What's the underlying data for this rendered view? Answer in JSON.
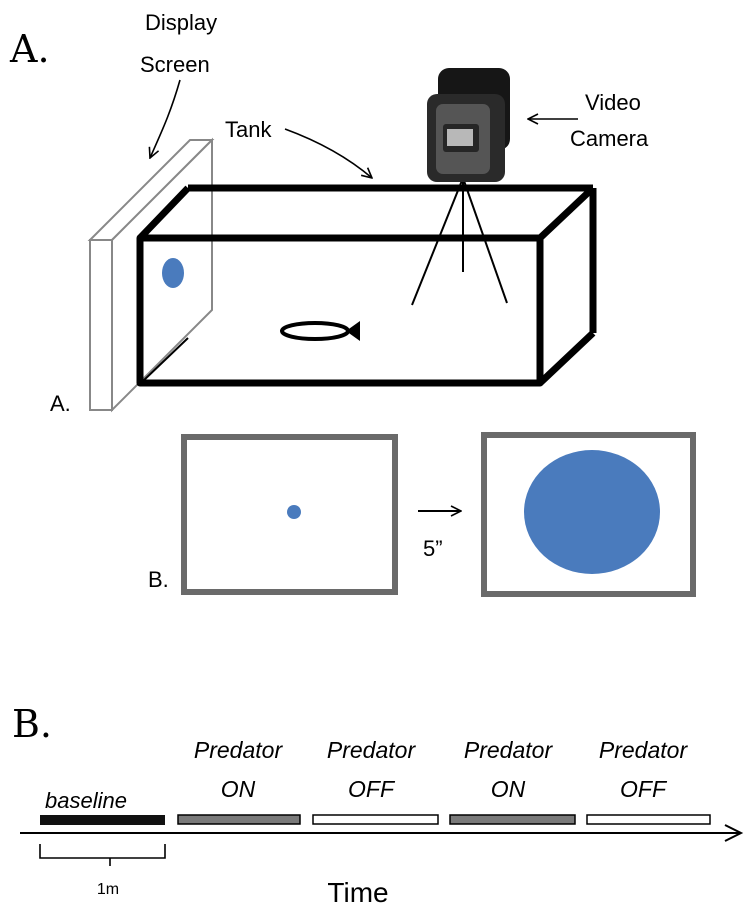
{
  "panel_a": {
    "heading": "A.",
    "display_screen_label_line1": "Display",
    "display_screen_label_line2": "Screen",
    "tank_label": "Tank",
    "camera_label_line1": "Video",
    "camera_label_line2": "Camera",
    "sub_a_label": "A.",
    "sub_b_label": "B.",
    "interval_label": "5”",
    "colors": {
      "stimulus": "#4a7bbd",
      "outline": "#000000",
      "frame": "#6a6a6a"
    }
  },
  "panel_b": {
    "heading": "B.",
    "baseline_label": "baseline",
    "scale_label": "1m",
    "time_label": "Time",
    "phases": [
      {
        "line1": "Predator",
        "line2": "ON",
        "fill": "#7a7a7a"
      },
      {
        "line1": "Predator",
        "line2": "OFF",
        "fill": "#ffffff"
      },
      {
        "line1": "Predator",
        "line2": "ON",
        "fill": "#7a7a7a"
      },
      {
        "line1": "Predator",
        "line2": "OFF",
        "fill": "#ffffff"
      }
    ],
    "baseline_fill": "#111111"
  }
}
